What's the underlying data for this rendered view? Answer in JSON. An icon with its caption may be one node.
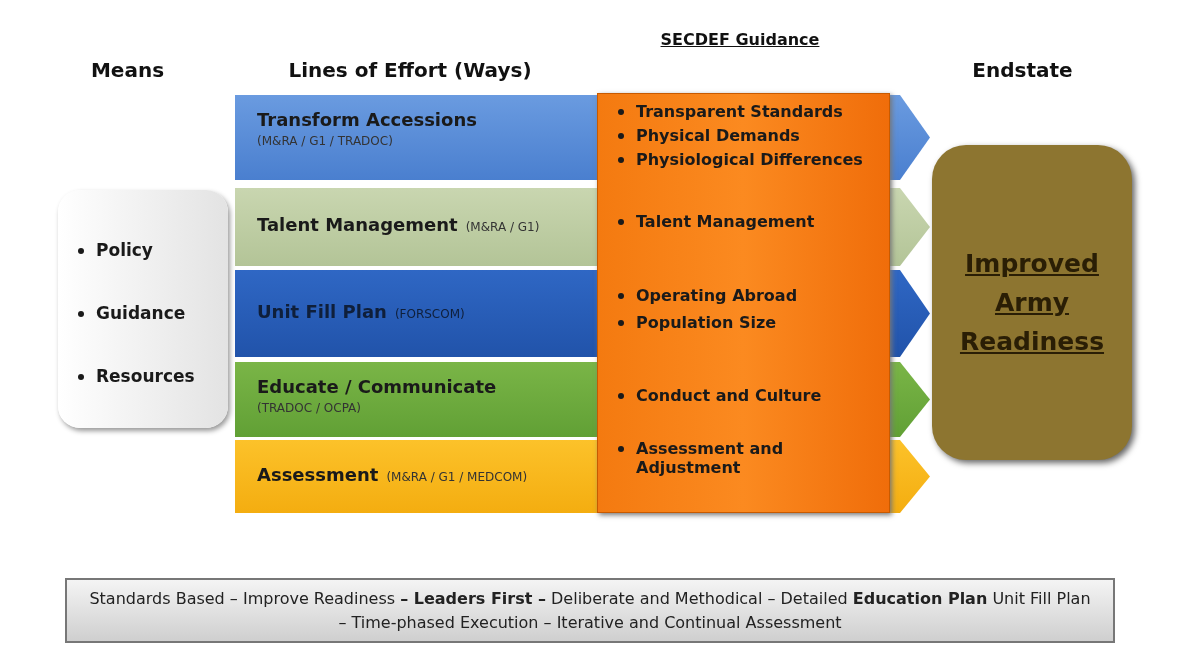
{
  "diagram": {
    "nodes": [
      {
        "text": [
          "Policy",
          "Guidance",
          "Resources"
        ]
      },
      {
        "text": [
          "Transform  Accessions",
          "(M&RA / G1 / TRADOC)"
        ]
      },
      {
        "text": [
          "Talent  Management",
          "(M&RA / G1)"
        ]
      },
      {
        "text": [
          "Unit Fill Plan",
          "(FORSCOM)"
        ]
      },
      {
        "text": [
          "Educate / Communicate",
          "(TRADOC / OCPA)"
        ]
      },
      {
        "text": [
          "Assessment",
          "(M&RA / G1 / MEDCOM)"
        ]
      },
      {
        "text": [
          "Transparent  Standards",
          "Physical Demands",
          "Physiological Differences",
          "Talent Management",
          "Operating Abroad",
          "Population Size",
          "Conduct and  Culture",
          "Assessment and Adjustment"
        ]
      },
      {
        "text": [
          "Improved Army Readiness"
        ]
      },
      {
        "text": [
          "Standards Based – Improve Readiness **– Leaders First –** Deliberate and Methodical – Detailed **Education Plan** Unit Fill Plan – Time-phased Execution – Iterative and Continual Assessment"
        ]
      }
    ],
    "labels": [
      "Means",
      "Lines of Effort (Ways)",
      "SECDEF Guidance",
      "Endstate"
    ]
  }
}
